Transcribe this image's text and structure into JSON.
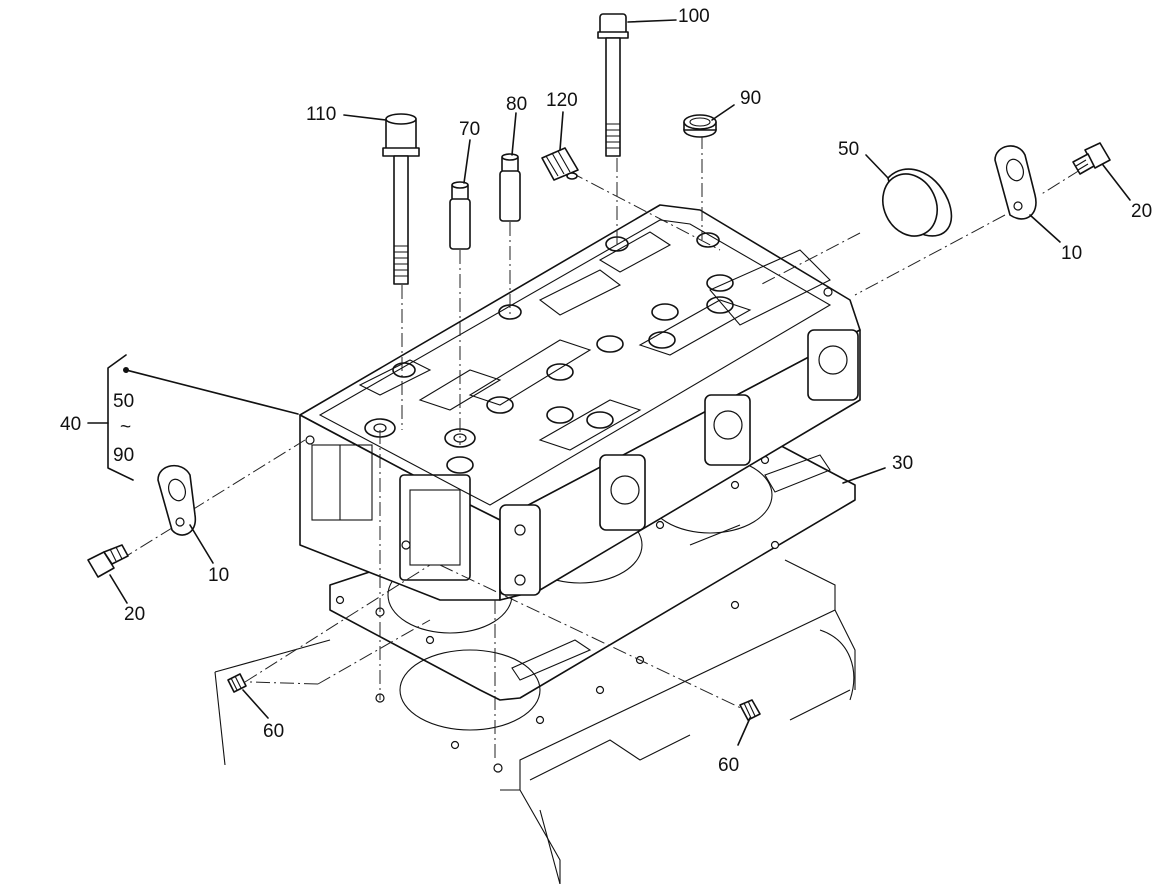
{
  "callouts": {
    "c100": "100",
    "c110": "110",
    "c70": "70",
    "c80": "80",
    "c120": "120",
    "c90_top": "90",
    "c50_top": "50",
    "c10_right": "10",
    "c20_right": "20",
    "c40": "40",
    "c40_from": "50",
    "c40_tilde": "~",
    "c40_to": "90",
    "c30": "30",
    "c10_left": "10",
    "c20_left": "20",
    "c60_left": "60",
    "c60_right": "60"
  }
}
